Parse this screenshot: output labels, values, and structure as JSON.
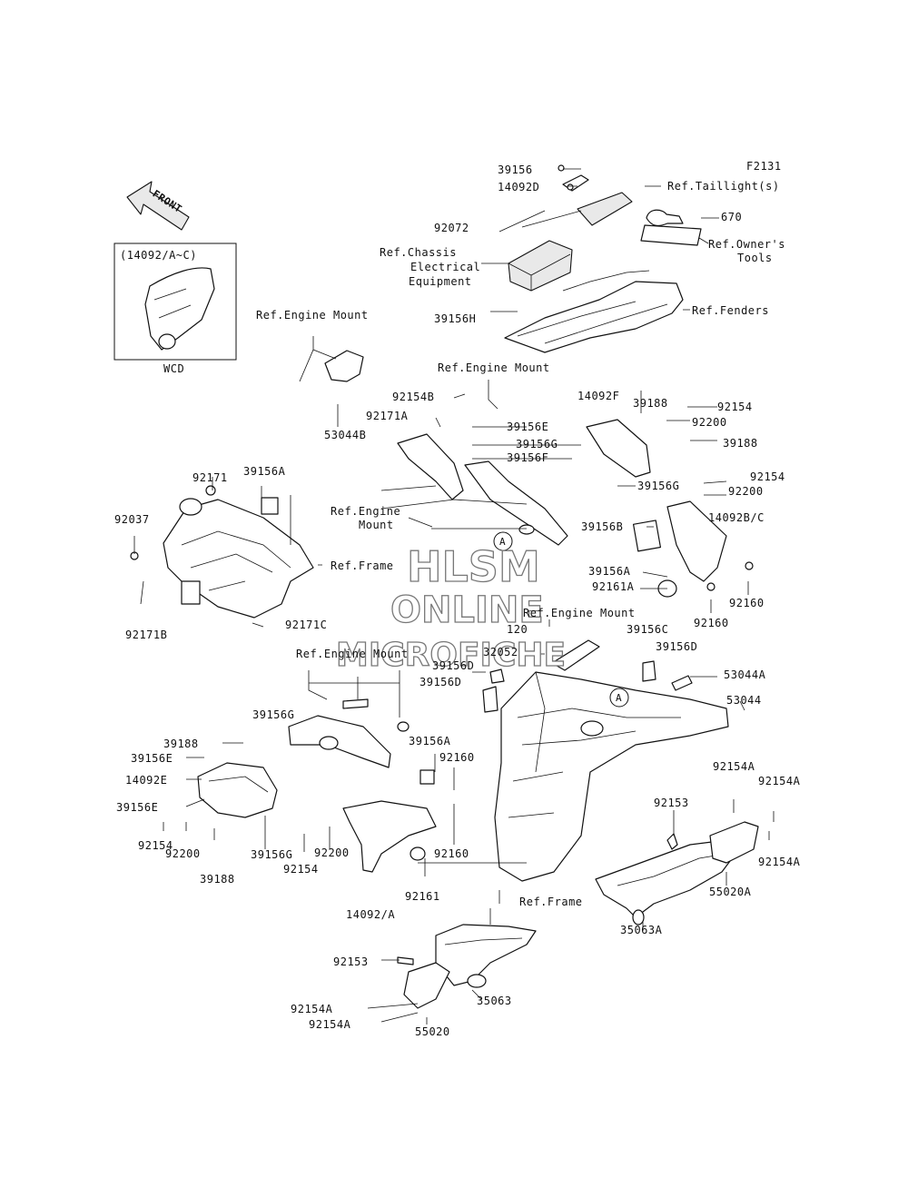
{
  "diagram_code": "F2131",
  "front_arrow_text": "FRONT",
  "inset": {
    "title": "(14092/A~C)",
    "caption": "WCD"
  },
  "watermark": {
    "line1": "HLSM",
    "line2": "ONLINE",
    "line3": "MICROFICHE"
  },
  "circle_marker": "A",
  "labels": [
    "39156",
    "14092D",
    "Ref.Taillight(s)",
    "670",
    "92072",
    "Ref.Chassis",
    "Electrical",
    "Equipment",
    "Ref.Owner's",
    "Tools",
    "39156H",
    "Ref.Fenders",
    "Ref.Engine Mount",
    "Ref.Engine Mount",
    "92154B",
    "92171A",
    "53044B",
    "39188",
    "14092F",
    "92154",
    "39156E",
    "92200",
    "39156G",
    "39188",
    "39156F",
    "92171",
    "39156A",
    "92037",
    "Ref.Engine",
    "Mount",
    "Ref.Frame",
    "92171B",
    "92171C",
    "39156G",
    "92154",
    "92200",
    "39156B",
    "14092B/C",
    "39156A",
    "92161A",
    "92160",
    "92160",
    "Ref.Engine Mount",
    "120",
    "32052",
    "39156C",
    "39156D",
    "39156D",
    "39156D",
    "53044A",
    "53044",
    "Ref.Engine Mount",
    "39156G",
    "39188",
    "39156E",
    "14092E",
    "39156E",
    "92154",
    "92200",
    "39188",
    "39156G",
    "92154",
    "92200",
    "39156A",
    "92160",
    "92160",
    "92161",
    "14092/A",
    "Ref.Frame",
    "92154A",
    "92154A",
    "92153",
    "92154A",
    "55020A",
    "35063A",
    "92153",
    "35063",
    "92154A",
    "92154A",
    "55020"
  ]
}
